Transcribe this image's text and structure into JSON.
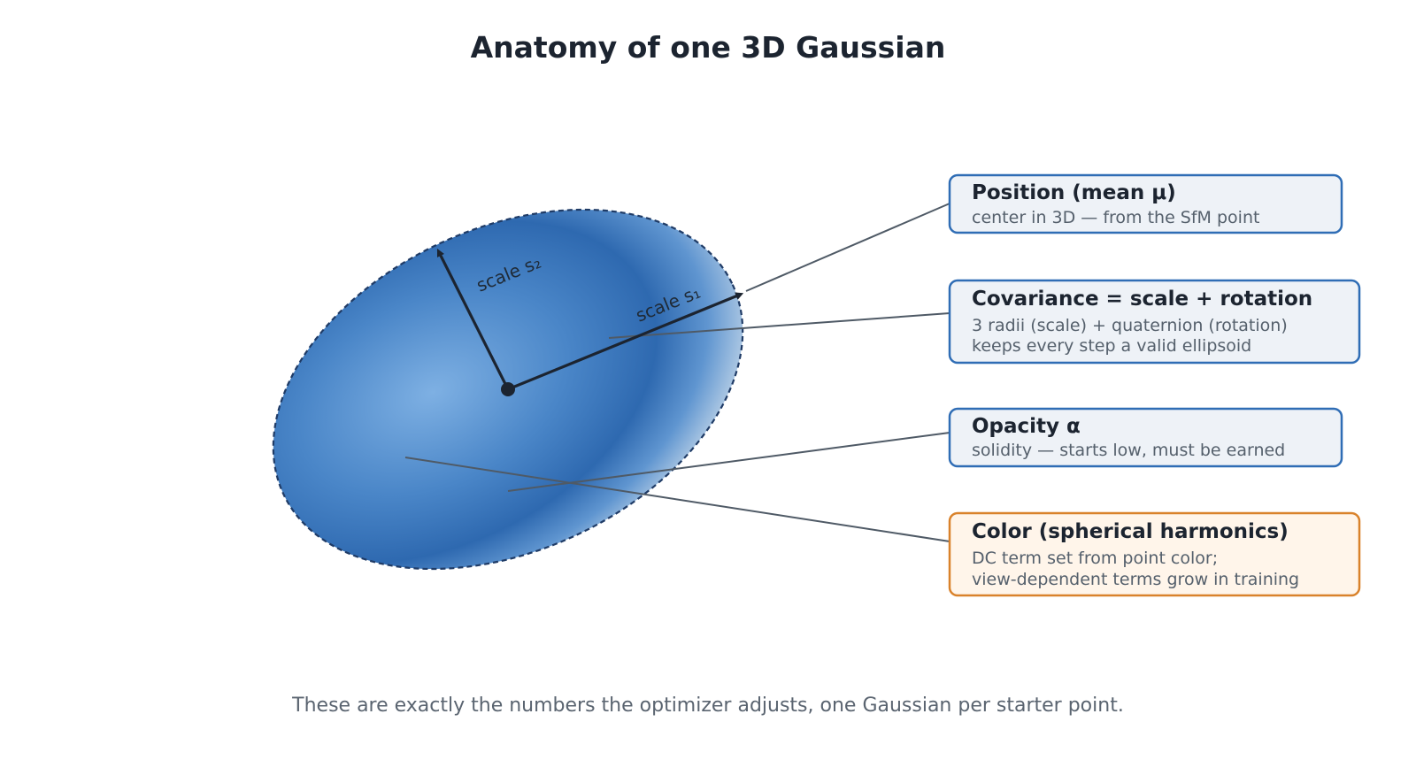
{
  "title": "Anatomy of one 3D Gaussian",
  "axes": {
    "s1_label": "scale s₁",
    "s2_label": "scale s₂"
  },
  "boxes": [
    {
      "title": "Position (mean μ)",
      "lines": [
        "center in 3D — from the SfM point"
      ]
    },
    {
      "title": "Covariance = scale + rotation",
      "lines": [
        "3 radii (scale) + quaternion (rotation)",
        "keeps every step a valid ellipsoid"
      ]
    },
    {
      "title": "Opacity α",
      "lines": [
        "solidity — starts low, must be earned"
      ]
    },
    {
      "title": "Color (spherical harmonics)",
      "lines": [
        "DC term set from point color;",
        "view-dependent terms grow in training"
      ]
    }
  ],
  "caption": "These are exactly the numbers the optimizer adjusts, one Gaussian per starter point.",
  "colors": {
    "blue_border": "#2f6db5",
    "blue_fill": "#eef2f7",
    "orange_border": "#d9822b",
    "orange_fill": "#fff5ea",
    "ellipse_light": "#7eb0e3",
    "ellipse_mid": "#3c7bc2",
    "ellipse_dark": "#2e67ad",
    "ellipse_rim": "#b8cfe6",
    "outline": "#1f3b66",
    "arrow": "#1c2430"
  }
}
